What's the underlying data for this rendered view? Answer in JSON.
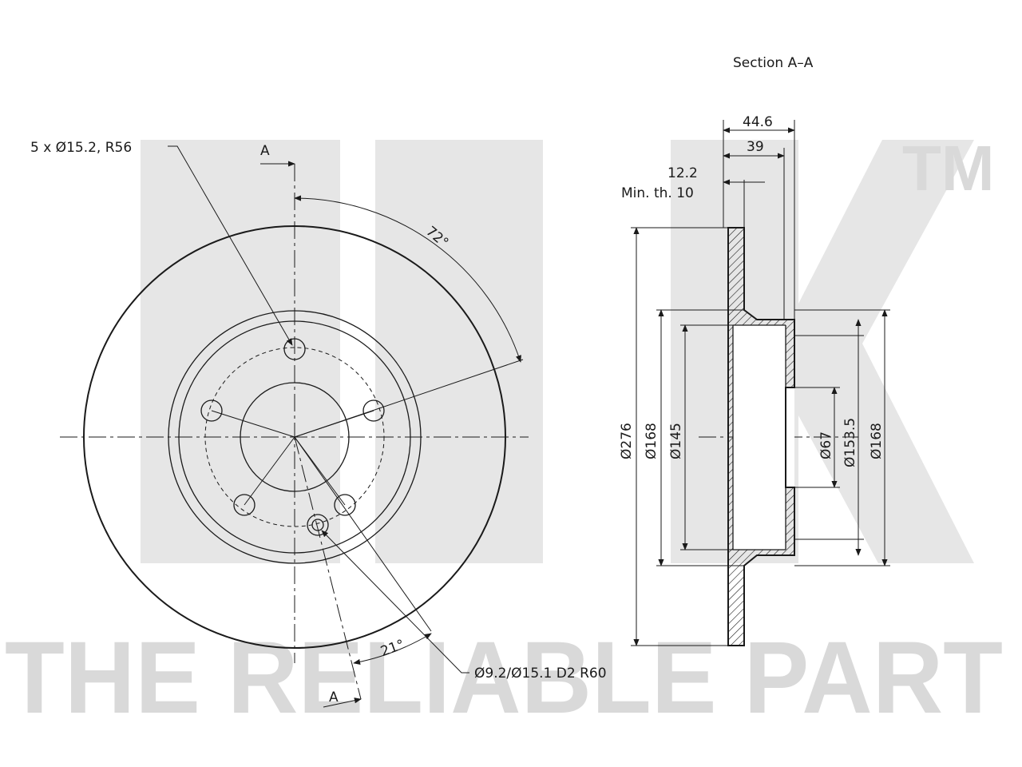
{
  "watermark": {
    "brand": "NK",
    "trademark": "TM",
    "tagline": "THE RELIABLE PART"
  },
  "front_view": {
    "section_marker_top": "A",
    "section_marker_bottom": "A",
    "bolt_holes_label": "5 x Ø15.2, R56",
    "angle_bolt_pitch": "72°",
    "angle_offset": "21°",
    "pin_holes_label": "Ø9.2/Ø15.1  D2  R60"
  },
  "section_view": {
    "title": "Section A–A",
    "dim_total_width": "44.6",
    "dim_hat_depth": "39",
    "dim_thickness": "12.2",
    "min_thickness": "Min.  th.  10",
    "dia_outer": "Ø276",
    "dia_hat_outer_left": "Ø168",
    "dia_hat_inner": "Ø145",
    "dia_center_bore": "Ø67",
    "dia_bolt_circle": "Ø153.5",
    "dia_hat_outer_right": "Ø168"
  }
}
